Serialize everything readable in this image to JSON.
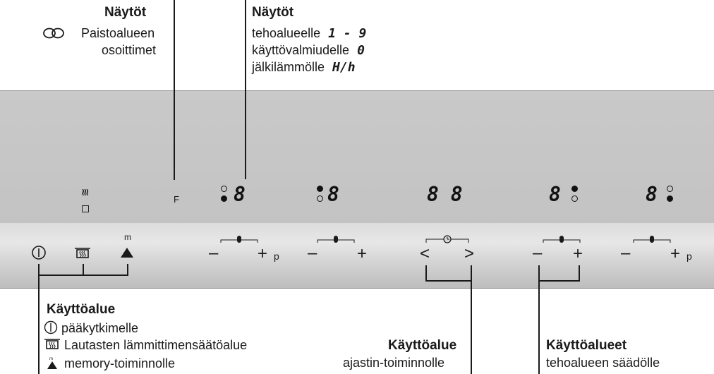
{
  "top_left": {
    "title": "Näytöt",
    "line1": "Paistoalueen",
    "line2": "osoittimet"
  },
  "top_mid": {
    "title": "Näytöt",
    "row1_text": "tehoalueelle",
    "row1_value": "1 - 9",
    "row2_text": "käyttövalmiudelle",
    "row2_value": "0",
    "row3_text": "jälkilämmölle",
    "row3_value": "H/h"
  },
  "panel": {
    "warmer_symbol": "≋",
    "f_label": "F",
    "zone_digit": "8",
    "timer_digits": "8 8",
    "plus_label": "+",
    "minus_label": "–",
    "p_label": "p",
    "m_label": "m",
    "lt_label": "<",
    "gt_label": ">"
  },
  "bottom_left": {
    "title": "Käyttöalue",
    "item1": "pääkytkimelle",
    "item2": "Lautasten lämmittimensäätöalue",
    "item3": "memory-toiminnolle"
  },
  "bottom_mid": {
    "title": "Käyttöalue",
    "text": "ajastin-toiminnolle"
  },
  "bottom_right": {
    "title": "Käyttöalueet",
    "text": "tehoalueen säädölle"
  },
  "icons": [
    "ring-icon",
    "power-icon",
    "plate-warmer-icon",
    "memory-triangle-icon",
    "thermometer-icon",
    "clock-icon"
  ]
}
